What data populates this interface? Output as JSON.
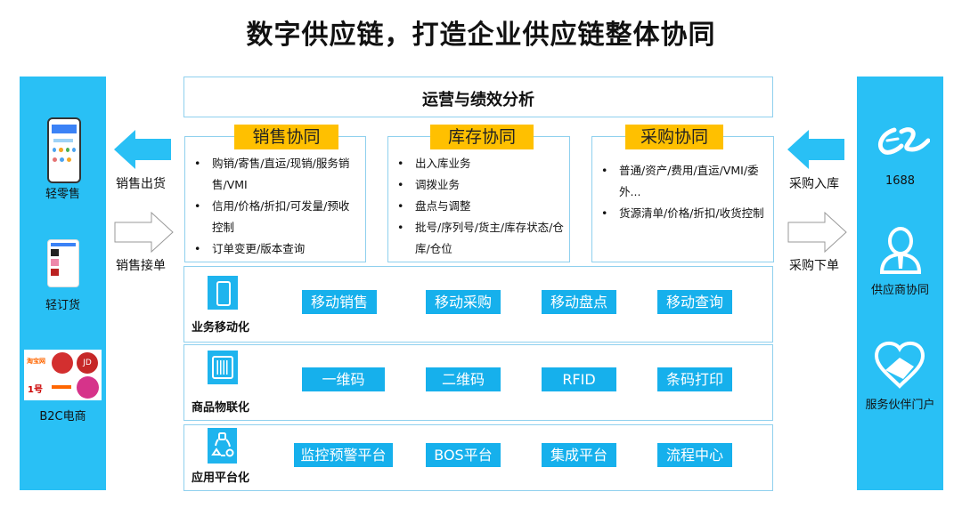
{
  "title": "数字供应链，打造企业供应链整体协同",
  "ops_bar": {
    "label": "运营与绩效分析"
  },
  "left_channels": [
    {
      "label": "轻零售",
      "icon": "phone-app-icon"
    },
    {
      "label": "轻订货",
      "icon": "order-app-icon"
    },
    {
      "label": "B2C电商",
      "icon": "ecommerce-logos-icon"
    }
  ],
  "right_channels": [
    {
      "label": "1688",
      "icon": "alibaba-logo-icon"
    },
    {
      "label": "供应商协同",
      "icon": "user-icon"
    },
    {
      "label": "服务伙伴门户",
      "icon": "handshake-heart-icon"
    }
  ],
  "arrows": {
    "sales_out": "销售出货",
    "sales_order": "销售接单",
    "purchase_in": "采购入库",
    "purchase_order": "采购下单"
  },
  "collab": [
    {
      "title": "销售协同",
      "items": [
        "购销/寄售/直运/现销/服务销售/VMI",
        "信用/价格/折扣/可发量/预收控制",
        "订单变更/版本查询"
      ]
    },
    {
      "title": "库存协同",
      "items": [
        "出入库业务",
        "调拨业务",
        "盘点与调整",
        "批号/序列号/货主/库存状态/仓库/仓位"
      ]
    },
    {
      "title": "采购协同",
      "items": [
        "普通/资产/费用/直运/VMI/委外...",
        "货源清单/价格/折扣/收货控制"
      ]
    }
  ],
  "rows": [
    {
      "label": "业务移动化",
      "icon": "mobile-phone-icon",
      "pills": [
        "移动销售",
        "移动采购",
        "移动盘点",
        "移动查询"
      ]
    },
    {
      "label": "商品物联化",
      "icon": "barcode-scan-icon",
      "pills": [
        "一维码",
        "二维码",
        "RFID",
        "条码打印"
      ]
    },
    {
      "label": "应用平台化",
      "icon": "platform-nodes-icon",
      "pills": [
        "监控预警平台",
        "BOS平台",
        "集成平台",
        "流程中心"
      ]
    }
  ],
  "colors": {
    "side_blue": "#29c0f5",
    "pill_blue": "#16b0ec",
    "tag_yellow": "#ffc000",
    "border_blue": "#8fd0ee"
  }
}
